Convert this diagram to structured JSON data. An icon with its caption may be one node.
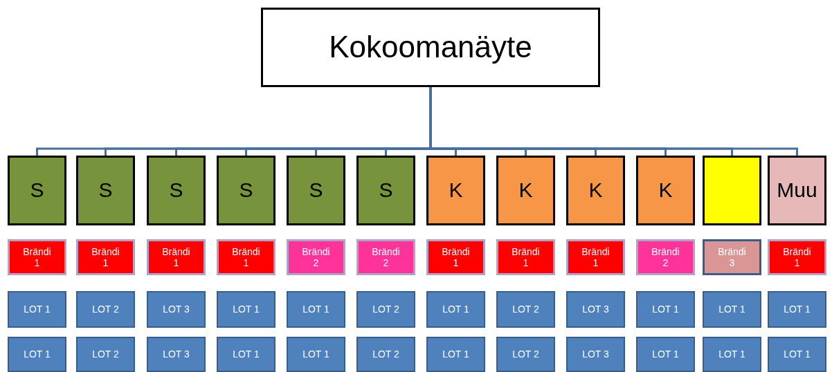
{
  "diagram": {
    "nodes": [
      {
        "text": [
          "Kokoomanäyte"
        ]
      },
      {
        "text": [
          "S"
        ]
      },
      {
        "text": [
          "S"
        ]
      },
      {
        "text": [
          "S"
        ]
      },
      {
        "text": [
          "S"
        ]
      },
      {
        "text": [
          "S"
        ]
      },
      {
        "text": [
          "S"
        ]
      },
      {
        "text": [
          "K"
        ]
      },
      {
        "text": [
          "K"
        ]
      },
      {
        "text": [
          "K"
        ]
      },
      {
        "text": [
          "K"
        ]
      },
      {
        "text": [],
        "shape": "box"
      },
      {
        "text": [
          "Muu"
        ]
      },
      {
        "text": [
          "Brändi 1"
        ]
      },
      {
        "text": [
          "Brändi 1"
        ]
      },
      {
        "text": [
          "Brändi 1"
        ]
      },
      {
        "text": [
          "Brändi 1"
        ]
      },
      {
        "text": [
          "Brändi 2"
        ]
      },
      {
        "text": [
          "Brändi 2"
        ]
      },
      {
        "text": [
          "Brändi 1"
        ]
      },
      {
        "text": [
          "Brändi 1"
        ]
      },
      {
        "text": [
          "Brändi 1"
        ]
      },
      {
        "text": [
          "Brändi 2"
        ]
      },
      {
        "text": [
          "Brändi 3"
        ]
      },
      {
        "text": [
          "Brändi 1"
        ]
      },
      {
        "text": [
          "LOT 1"
        ]
      },
      {
        "text": [
          "LOT 2"
        ]
      },
      {
        "text": [
          "LOT 3"
        ]
      },
      {
        "text": [
          "LOT 1"
        ]
      },
      {
        "text": [
          "LOT 1"
        ]
      },
      {
        "text": [
          "LOT 2"
        ]
      },
      {
        "text": [
          "LOT 1"
        ]
      },
      {
        "text": [
          "LOT 2"
        ]
      },
      {
        "text": [
          "LOT 3"
        ]
      },
      {
        "text": [
          "LOT 1"
        ]
      },
      {
        "text": [
          "LOT 1"
        ]
      },
      {
        "text": [
          "LOT 1"
        ]
      },
      {
        "text": [
          "LOT 1"
        ]
      },
      {
        "text": [
          "LOT 2"
        ]
      },
      {
        "text": [
          "LOT 3"
        ]
      },
      {
        "text": [
          "LOT 1"
        ]
      },
      {
        "text": [
          "LOT 1"
        ]
      },
      {
        "text": [
          "LOT 2"
        ]
      },
      {
        "text": [
          "LOT 1"
        ]
      },
      {
        "text": [
          "LOT 2"
        ]
      },
      {
        "text": [
          "LOT 3"
        ]
      },
      {
        "text": [
          "LOT 1"
        ]
      },
      {
        "text": [
          "LOT 1"
        ]
      },
      {
        "text": [
          "LOT 1"
        ]
      }
    ],
    "edges": [
      {
        "from": 0,
        "to": 1,
        "arrow": "none"
      },
      {
        "from": 0,
        "to": 2,
        "arrow": "none"
      },
      {
        "from": 0,
        "to": 3,
        "arrow": "none"
      },
      {
        "from": 0,
        "to": 4,
        "arrow": "none"
      },
      {
        "from": 0,
        "to": 5,
        "arrow": "none"
      },
      {
        "from": 0,
        "to": 6,
        "arrow": "none"
      },
      {
        "from": 0,
        "to": 7,
        "arrow": "none"
      },
      {
        "from": 0,
        "to": 8,
        "arrow": "none"
      },
      {
        "from": 0,
        "to": 9,
        "arrow": "none"
      },
      {
        "from": 0,
        "to": 10,
        "arrow": "none"
      },
      {
        "from": 0,
        "to": 11,
        "arrow": "none"
      },
      {
        "from": 0,
        "to": 12,
        "arrow": "none"
      }
    ]
  }
}
